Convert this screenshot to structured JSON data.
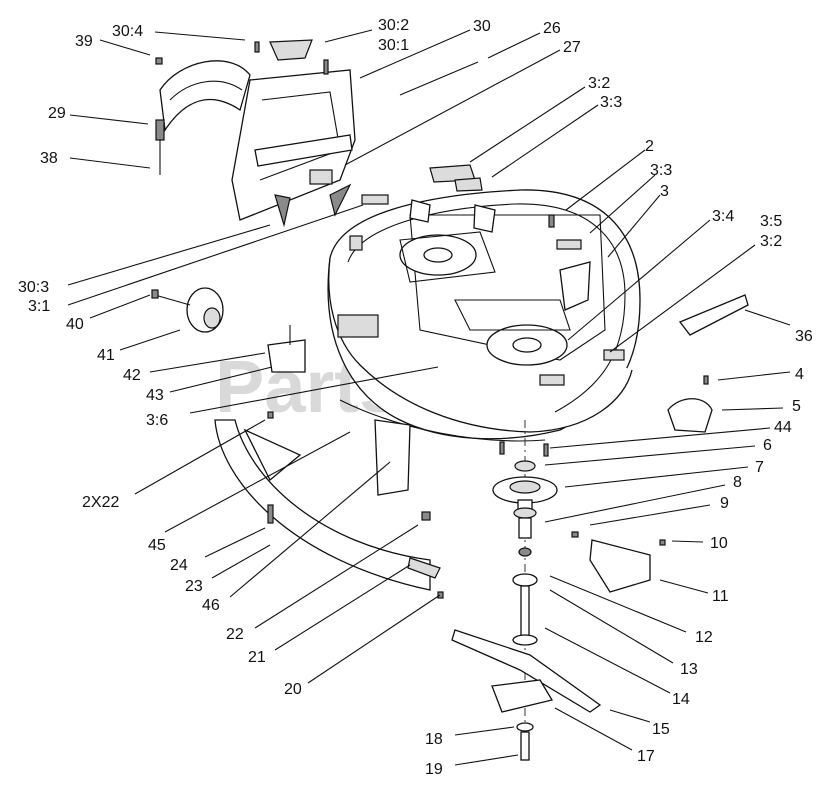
{
  "watermark": "PartsTree",
  "callouts": [
    {
      "id": "c1",
      "text": "39"
    },
    {
      "id": "c2",
      "text": "30:4"
    },
    {
      "id": "c3",
      "text": "30:2"
    },
    {
      "id": "c4",
      "text": "30:1"
    },
    {
      "id": "c5",
      "text": "30"
    },
    {
      "id": "c6",
      "text": "26"
    },
    {
      "id": "c7",
      "text": "27"
    },
    {
      "id": "c8",
      "text": "29"
    },
    {
      "id": "c9",
      "text": "38"
    },
    {
      "id": "c10",
      "text": "3:2"
    },
    {
      "id": "c11",
      "text": "3:3"
    },
    {
      "id": "c12",
      "text": "2"
    },
    {
      "id": "c13",
      "text": "3:3"
    },
    {
      "id": "c14",
      "text": "3"
    },
    {
      "id": "c15",
      "text": "3:4"
    },
    {
      "id": "c16",
      "text": "3:5"
    },
    {
      "id": "c17",
      "text": "3:2"
    },
    {
      "id": "c18",
      "text": "30:3"
    },
    {
      "id": "c19",
      "text": "3:1"
    },
    {
      "id": "c20",
      "text": "40"
    },
    {
      "id": "c21",
      "text": "36"
    },
    {
      "id": "c22",
      "text": "41"
    },
    {
      "id": "c23",
      "text": "42"
    },
    {
      "id": "c24",
      "text": "43"
    },
    {
      "id": "c25",
      "text": "3:6"
    },
    {
      "id": "c26",
      "text": "4"
    },
    {
      "id": "c27",
      "text": "5"
    },
    {
      "id": "c28",
      "text": "44"
    },
    {
      "id": "c29",
      "text": "6"
    },
    {
      "id": "c30",
      "text": "7"
    },
    {
      "id": "c31",
      "text": "2X22"
    },
    {
      "id": "c32",
      "text": "8"
    },
    {
      "id": "c33",
      "text": "9"
    },
    {
      "id": "c34",
      "text": "10"
    },
    {
      "id": "c35",
      "text": "45"
    },
    {
      "id": "c36",
      "text": "24"
    },
    {
      "id": "c37",
      "text": "23"
    },
    {
      "id": "c38",
      "text": "11"
    },
    {
      "id": "c39",
      "text": "46"
    },
    {
      "id": "c40",
      "text": "12"
    },
    {
      "id": "c41",
      "text": "22"
    },
    {
      "id": "c42",
      "text": "13"
    },
    {
      "id": "c43",
      "text": "21"
    },
    {
      "id": "c44",
      "text": "14"
    },
    {
      "id": "c45",
      "text": "20"
    },
    {
      "id": "c46",
      "text": "15"
    },
    {
      "id": "c47",
      "text": "18"
    },
    {
      "id": "c48",
      "text": "17"
    },
    {
      "id": "c49",
      "text": "19"
    }
  ]
}
